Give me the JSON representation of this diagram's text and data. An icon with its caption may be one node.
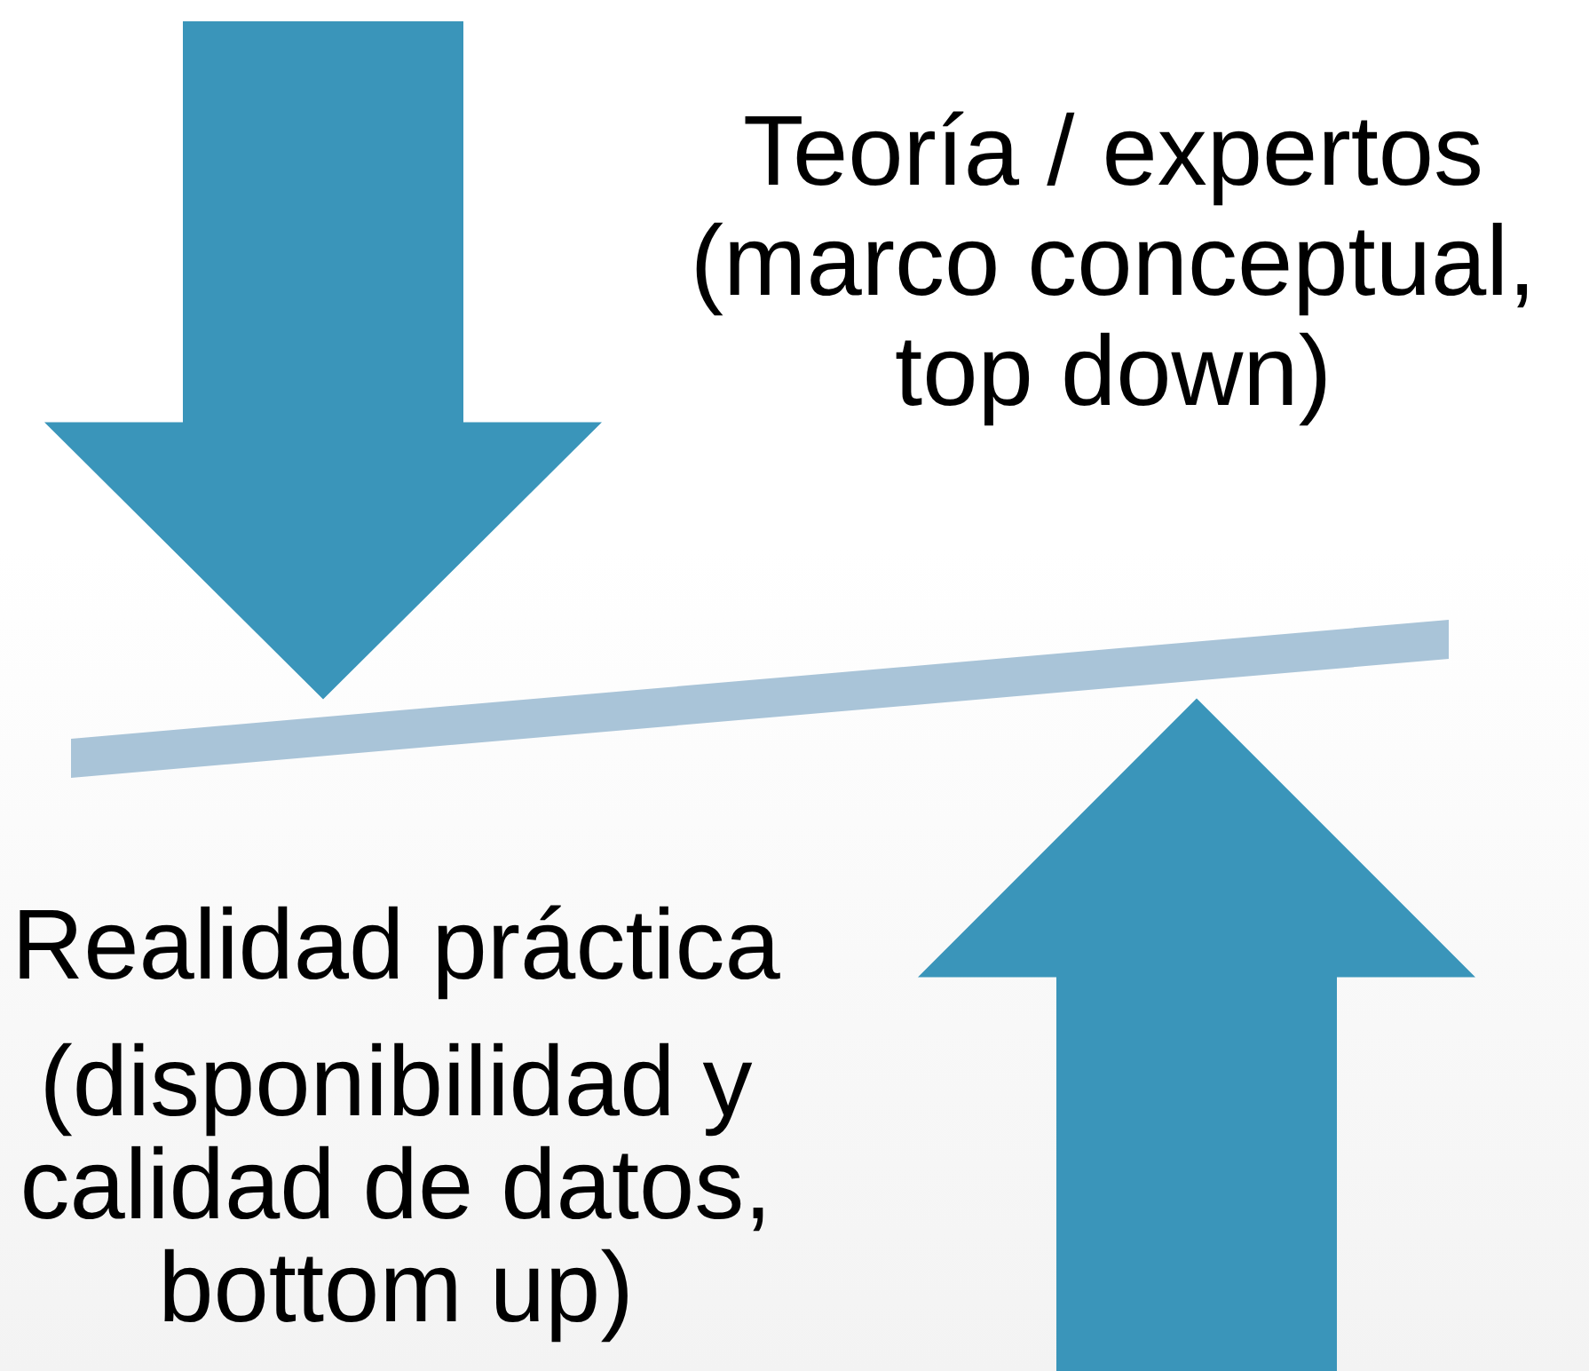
{
  "diagram": {
    "nodes": [
      {
        "text": [
          "Teoría / expertos (marco conceptual, top down)"
        ]
      },
      {
        "text": [],
        "shape": "bar"
      },
      {
        "text": [
          "Realidad práctica",
          "(disponibilidad y calidad de datos, bottom up)"
        ]
      }
    ],
    "edges": [
      {
        "from": null,
        "to": 1,
        "arrow": "to",
        "style": "thick"
      },
      {
        "from": null,
        "to": 1,
        "arrow": "to",
        "style": "thick"
      }
    ]
  }
}
